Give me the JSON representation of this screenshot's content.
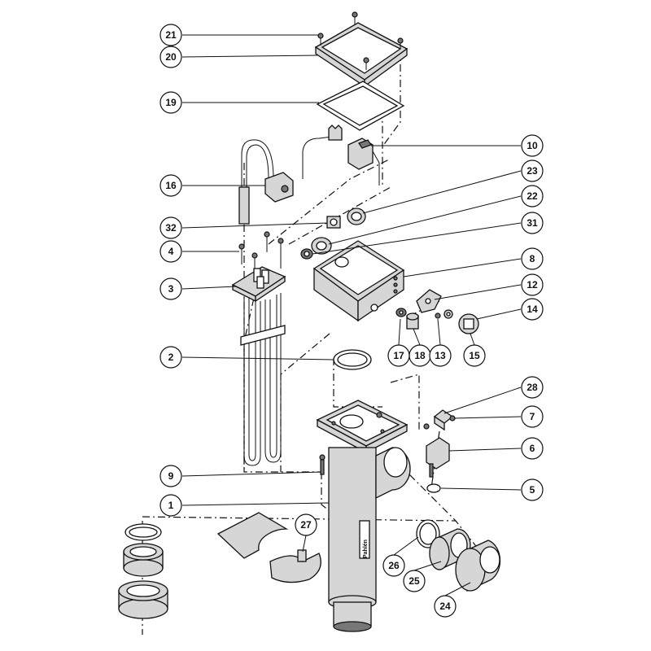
{
  "callouts": [
    {
      "n": "21"
    },
    {
      "n": "20"
    },
    {
      "n": "19"
    },
    {
      "n": "16"
    },
    {
      "n": "32"
    },
    {
      "n": "4"
    },
    {
      "n": "3"
    },
    {
      "n": "2"
    },
    {
      "n": "9"
    },
    {
      "n": "1"
    },
    {
      "n": "10"
    },
    {
      "n": "23"
    },
    {
      "n": "22"
    },
    {
      "n": "31"
    },
    {
      "n": "8"
    },
    {
      "n": "12"
    },
    {
      "n": "14"
    },
    {
      "n": "17"
    },
    {
      "n": "18"
    },
    {
      "n": "13"
    },
    {
      "n": "15"
    },
    {
      "n": "28"
    },
    {
      "n": "7"
    },
    {
      "n": "6"
    },
    {
      "n": "5"
    },
    {
      "n": "27"
    },
    {
      "n": "26"
    },
    {
      "n": "25"
    },
    {
      "n": "24"
    }
  ],
  "body_label": "Pahlén"
}
